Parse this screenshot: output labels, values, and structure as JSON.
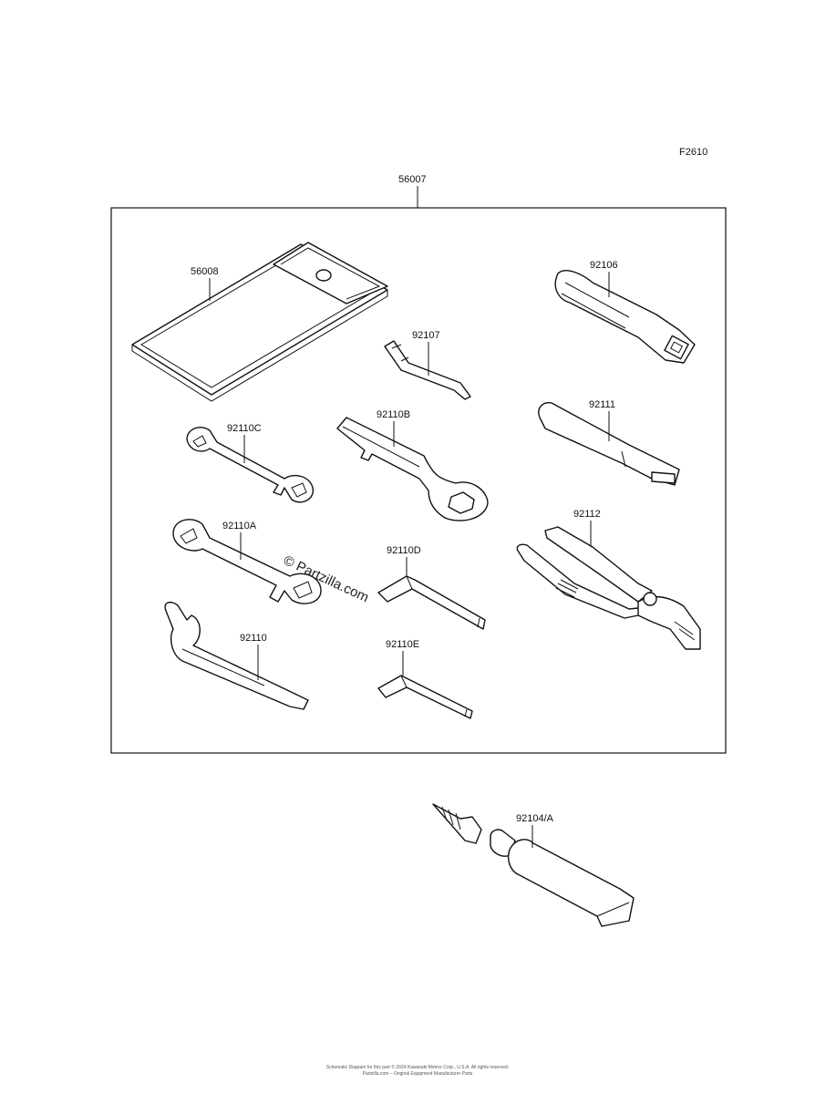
{
  "figure_code": "F2610",
  "assembly_label": "56007",
  "parts": [
    {
      "id": "pouch",
      "label": "56008",
      "icon": "tool-pouch-icon"
    },
    {
      "id": "screwdriver-handle",
      "label": "92106",
      "icon": "screwdriver-handle-icon"
    },
    {
      "id": "screwdriver-bit",
      "label": "92107",
      "icon": "screwdriver-bit-icon"
    },
    {
      "id": "wrench-c",
      "label": "92110C",
      "icon": "open-end-wrench-icon"
    },
    {
      "id": "ring-spanner",
      "label": "92110B",
      "icon": "ring-spanner-icon"
    },
    {
      "id": "extension-bar",
      "label": "92111",
      "icon": "extension-bar-icon"
    },
    {
      "id": "wrench-a",
      "label": "92110A",
      "icon": "open-end-wrench-icon"
    },
    {
      "id": "hex-key-d",
      "label": "92110D",
      "icon": "hex-key-icon"
    },
    {
      "id": "pliers",
      "label": "92112",
      "icon": "pliers-icon"
    },
    {
      "id": "hook-spanner",
      "label": "92110",
      "icon": "hook-spanner-icon"
    },
    {
      "id": "hex-key-e",
      "label": "92110E",
      "icon": "hex-key-icon"
    },
    {
      "id": "grease-tube",
      "label": "92104/A",
      "icon": "grease-tube-icon"
    }
  ],
  "watermark": "© Partzilla.com",
  "footer": {
    "line1": "Schematic Diagram for this part © 2024 Kawasaki Motors Corp., U.S.A. All rights reserved.",
    "line2": "Partzilla.com – Original Equipment Manufacturer Parts"
  }
}
